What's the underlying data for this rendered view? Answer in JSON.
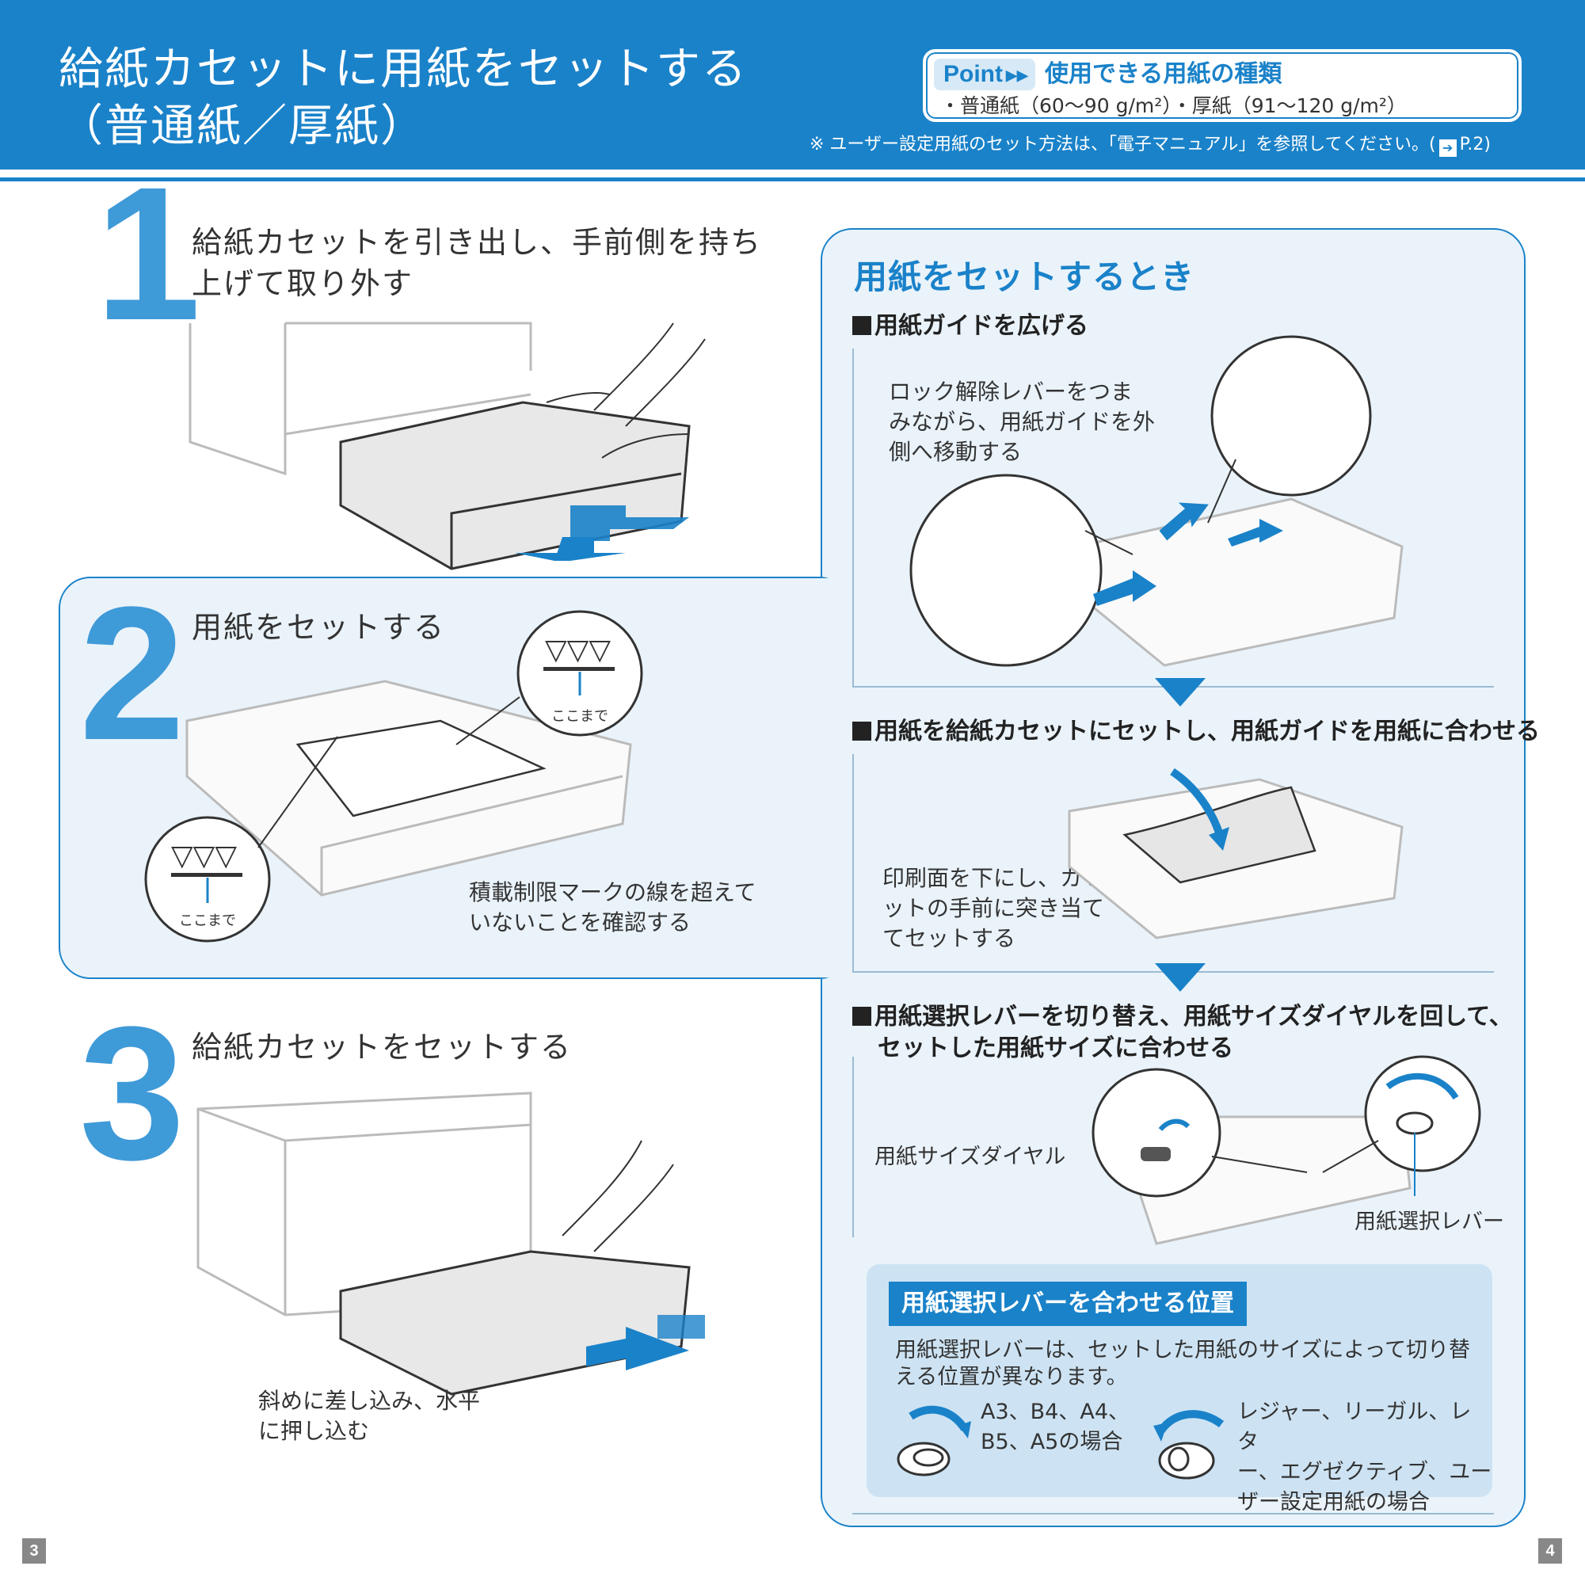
{
  "header": {
    "title_line1": "給紙カセットに用紙をセットする",
    "title_line2": "（普通紙／厚紙）",
    "point_badge": "Point",
    "point_title": "使用できる用紙の種類",
    "point_item": "・普通紙（60〜90 g/m²）・厚紙（91〜120 g/m²）",
    "note": "※ ユーザー設定用紙のセット方法は、「電子マニュアル」を参照してください。(",
    "note_ref": "P.2)"
  },
  "steps": [
    {
      "number": "1",
      "title_line1": "給紙カセットを引き出し、手前側を持ち",
      "title_line2": "上げて取り外す"
    },
    {
      "number": "2",
      "title": "用紙をセットする",
      "limit_label": "ここまで",
      "caption_line1": "積載制限マークの線を超えて",
      "caption_line2": "いないことを確認する"
    },
    {
      "number": "3",
      "title": "給紙カセットをセットする",
      "caption_line1": "斜めに差し込み、水平",
      "caption_line2": "に押し込む"
    }
  ],
  "right_panel": {
    "heading": "用紙をセットするとき",
    "section1": {
      "heading": "用紙ガイドを広げる",
      "caption_line1": "ロック解除レバーをつま",
      "caption_line2": "みながら、用紙ガイドを外",
      "caption_line3": "側へ移動する"
    },
    "section2": {
      "heading": "用紙を給紙カセットにセットし、用紙ガイドを用紙に合わせる",
      "caption_line1": "印刷面を下にし、カセ",
      "caption_line2": "ットの手前に突き当て",
      "caption_line3": "てセットする"
    },
    "section3": {
      "heading_line1": "用紙選択レバーを切り替え、用紙サイズダイヤルを回して、",
      "heading_line2": "セットした用紙サイズに合わせる",
      "dial_label": "用紙サイズダイヤル",
      "lever_label": "用紙選択レバー"
    },
    "positions": {
      "title": "用紙選択レバーを合わせる位置",
      "desc": "用紙選択レバーは、セットした用紙のサイズによって切り替える位置が異なります。",
      "case1_line1": "A3、B4、A4、",
      "case1_line2": "B5、A5の場合",
      "case2_line1": "レジャー、リーガル、レタ",
      "case2_line2": "ー、エグゼクティブ、ユー",
      "case2_line3": "ザー設定用紙の場合"
    }
  },
  "page_numbers": {
    "left": "3",
    "right": "4"
  },
  "colors": {
    "accent": "#1a82c9",
    "panel_bg": "#eaf3fa",
    "step_number": "#3f9ad8",
    "box_bg": "#cde3f3"
  }
}
